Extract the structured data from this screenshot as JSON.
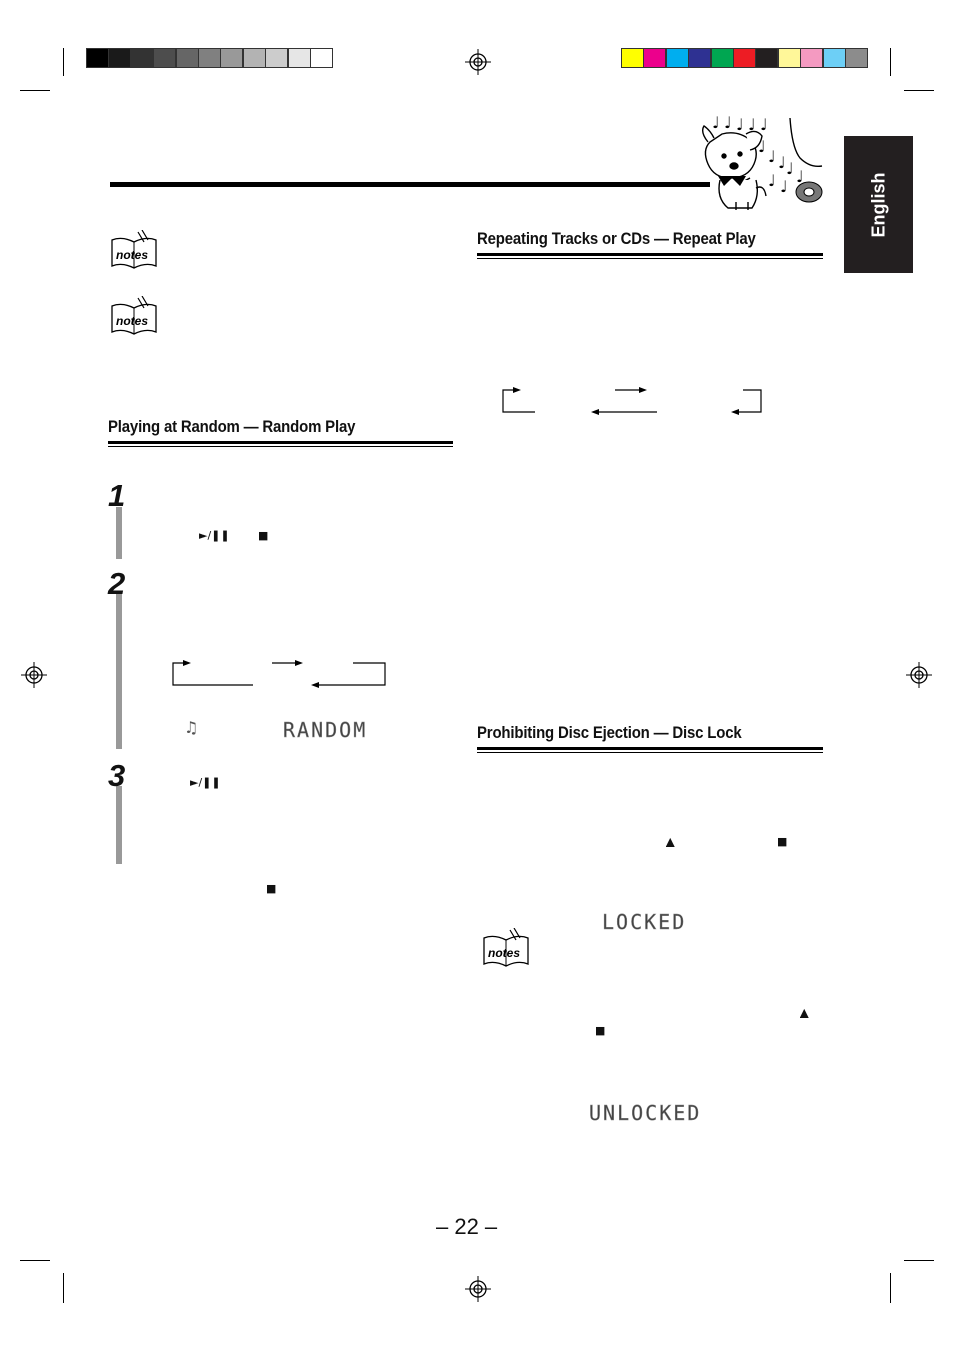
{
  "side_tab": {
    "label": "English"
  },
  "color_bar": {
    "grays": [
      "#000000",
      "#1a1a1a",
      "#333333",
      "#4d4d4d",
      "#666666",
      "#808080",
      "#999999",
      "#b3b3b3",
      "#cccccc",
      "#e6e6e6",
      "#ffffff"
    ],
    "colors": [
      "#ffff00",
      "#ec008c",
      "#00aeef",
      "#2e3192",
      "#00a651",
      "#ed1c24",
      "#231f20",
      "#fff799",
      "#f49ac1",
      "#6dcff6",
      "#8c8c8c"
    ]
  },
  "icons": {
    "notes": "notes-icon",
    "play_pause": "play-pause-icon",
    "stop": "stop-icon",
    "eject": "eject-icon",
    "registration": "registration-mark-icon",
    "dog": "dog-illustration"
  },
  "left": {
    "notes_label": "notes",
    "random_heading": "Playing at Random — Random Play",
    "steps": [
      "1",
      "2",
      "3"
    ],
    "step1_symbols": {
      "play_pause": "►/❚❚",
      "stop": "■"
    },
    "step2_display_glyph": "♫",
    "step2_display": "RANDOM",
    "step3_symbol": "►/❚❚",
    "stop_symbol": "■"
  },
  "right": {
    "repeat_heading": "Repeating Tracks or CDs — Repeat Play",
    "disclock_heading": "Prohibiting Disc Ejection — Disc Lock",
    "eject_symbol": "▲",
    "stop_symbol": "■",
    "locked_display": "LOCKED",
    "unlocked_display": "UNLOCKED"
  },
  "page_number": "– 22 –"
}
